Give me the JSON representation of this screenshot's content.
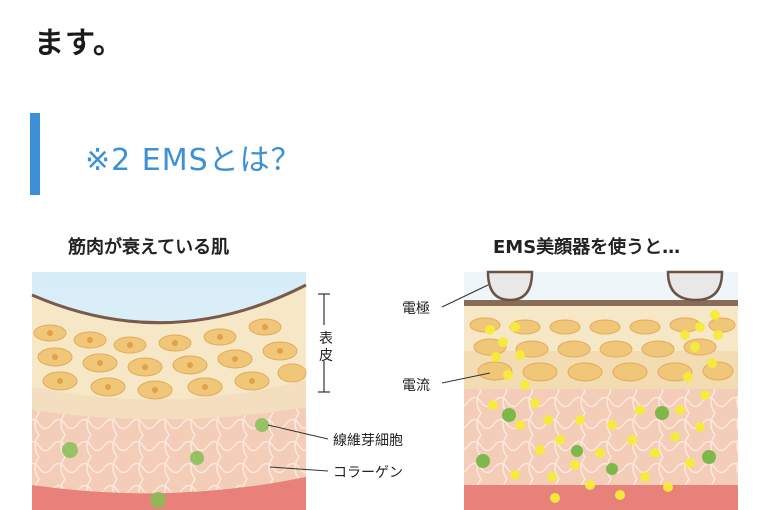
{
  "article": {
    "lead_text": "ます。",
    "heading": "※2 EMSとは？"
  },
  "figure": {
    "left": {
      "caption": "筋肉が衰えている肌",
      "labels": {
        "epidermis_1": "表",
        "epidermis_2": "皮",
        "fibroblast": "線維芽細胞",
        "collagen": "コラーゲン"
      }
    },
    "right": {
      "caption": "EMS美顔器を使うと…",
      "labels": {
        "electrode": "電極",
        "current": "電流"
      }
    }
  },
  "colors": {
    "accent": "#3d8fd6",
    "skin_top": "#f5e7c4",
    "cell": "#f0c879",
    "dermis": "#f4cbb6",
    "muscle": "#e9827a",
    "spark": "#f6ec3a",
    "fibroblast": "#7cb84a"
  }
}
